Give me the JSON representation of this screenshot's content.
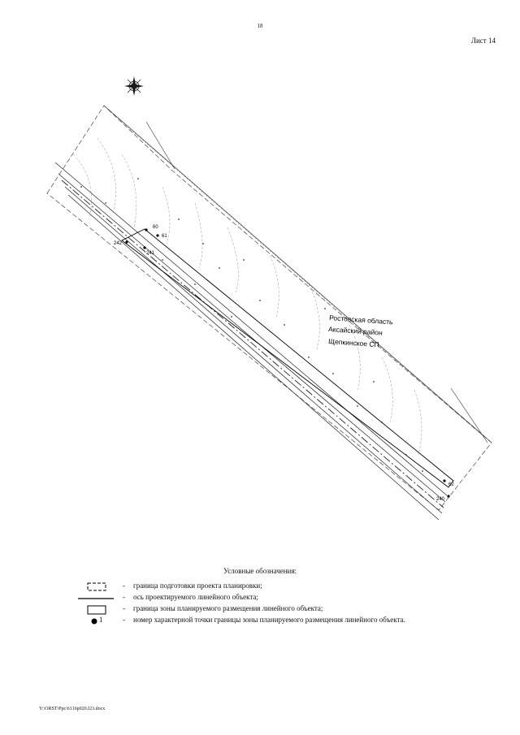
{
  "page_number": "18",
  "sheet_label": "Лист 14",
  "region_label": {
    "line1": "Ростовская область",
    "line2": "Аксайский район",
    "line3": "Щепкинское СП"
  },
  "point_labels": [
    "60",
    "61",
    "242",
    "241",
    "62",
    "240"
  ],
  "legend": {
    "title": "Условные обозначения:",
    "items": [
      {
        "dash": "-",
        "text": "граница подготовки проекта планировки;"
      },
      {
        "dash": "-",
        "text": "ось проектируемого линейного объекта;"
      },
      {
        "dash": "-",
        "text": "граница зоны планируемого размещения линейного объекта;"
      },
      {
        "dash": "-",
        "text": "номер характерной точки границы зоны планируемого размещения линейного объекта.",
        "marker": "1"
      }
    ]
  },
  "footer_path": "Y:\\ORST\\Ppc\\6116p020.f23.docx"
}
